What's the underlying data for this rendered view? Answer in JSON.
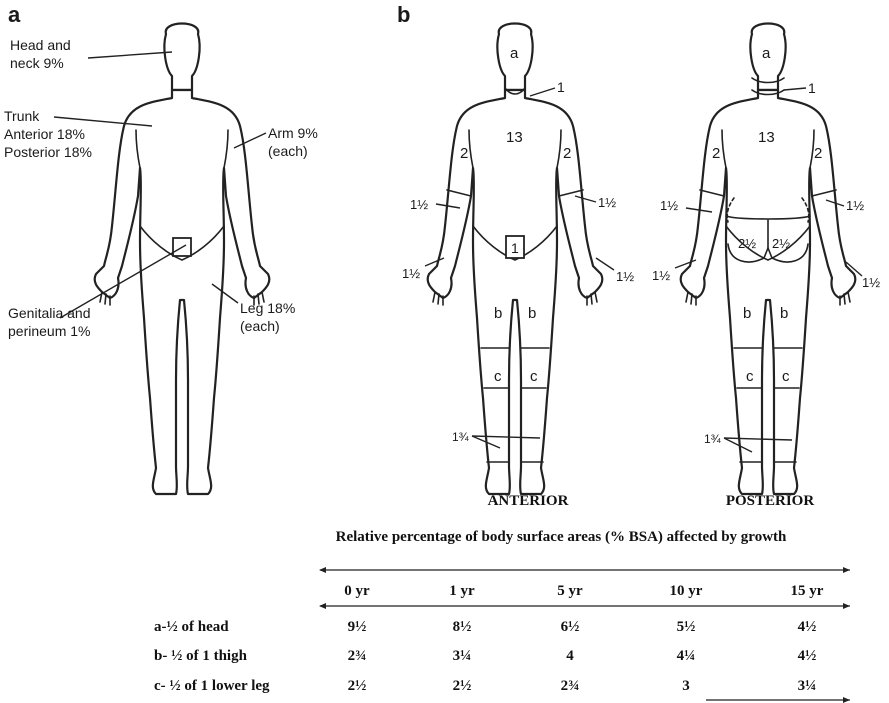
{
  "panel_a": {
    "letter": "a",
    "head_line1": "Head and",
    "head_line2": "neck 9%",
    "trunk_line1": "Trunk",
    "trunk_line2": "Anterior 18%",
    "trunk_line3": "Posterior 18%",
    "arm_line1": "Arm 9%",
    "arm_line2": "(each)",
    "genitalia_line1": "Genitalia and",
    "genitalia_line2": "perineum 1%",
    "leg_line1": "Leg 18%",
    "leg_line2": "(each)"
  },
  "panel_b": {
    "letter": "b",
    "anterior": {
      "caption": "ANTERIOR",
      "head": "a",
      "neck": "1",
      "trunk": "13",
      "upper_arm_left": "2",
      "upper_arm_right": "2",
      "forearm_left": "1½",
      "forearm_right": "1½",
      "hand_left": "1½",
      "hand_right": "1½",
      "genitalia": "1",
      "thigh_left": "b",
      "thigh_right": "b",
      "lower_leg_left": "c",
      "lower_leg_right": "c",
      "foot": "1¾"
    },
    "posterior": {
      "caption": "POSTERIOR",
      "head": "a",
      "neck": "1",
      "trunk": "13",
      "upper_arm_left": "2",
      "upper_arm_right": "2",
      "forearm_left": "1½",
      "forearm_right": "1½",
      "hand_left": "1½",
      "hand_right": "1½",
      "buttock_left": "2½",
      "buttock_right": "2½",
      "thigh_left": "b",
      "thigh_right": "b",
      "lower_leg_left": "c",
      "lower_leg_right": "c",
      "foot": "1¾"
    }
  },
  "table": {
    "title": "Relative percentage of body surface areas (% BSA) affected by growth",
    "columns": [
      "0 yr",
      "1 yr",
      "5 yr",
      "10 yr",
      "15 yr"
    ],
    "rows": [
      {
        "label": "a-½ of head",
        "values": [
          "9½",
          "8½",
          "6½",
          "5½",
          "4½"
        ]
      },
      {
        "label": "b- ½ of 1 thigh",
        "values": [
          "2¾",
          "3¼",
          "4",
          "4¼",
          "4½"
        ]
      },
      {
        "label": "c- ½ of 1 lower leg",
        "values": [
          "2½",
          "2½",
          "2¾",
          "3",
          "3¼"
        ]
      }
    ]
  }
}
